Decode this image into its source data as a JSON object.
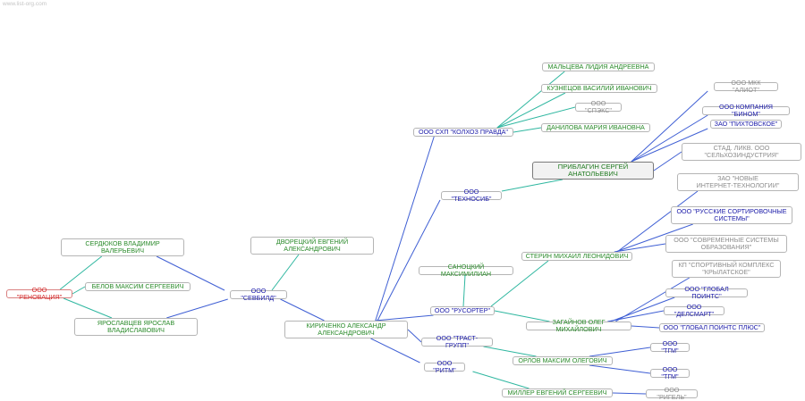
{
  "watermark": "www.list-org.com",
  "colors": {
    "person": "#2a8a2a",
    "company": "#1a1aa8",
    "inactive": "#8c8c8c",
    "highlight": "#d42a2a",
    "edge_company": "#3f5fd4",
    "edge_person": "#2fb7a0"
  },
  "nodes": [
    {
      "id": "renovaciya",
      "label": "ООО \"РЕНОВАЦИЯ\"",
      "kind": "highlight"
    },
    {
      "id": "serdyukov",
      "label": "СЕРДЮКОВ ВЛАДИМИР\nВАЛЕРЬЕВИЧ",
      "kind": "person"
    },
    {
      "id": "belov",
      "label": "БЕЛОВ МАКСИМ СЕРГЕЕВИЧ",
      "kind": "person"
    },
    {
      "id": "yaroslavcev",
      "label": "ЯРОСЛАВЦЕВ ЯРОСЛАВ\nВЛАДИСЛАВОВИЧ",
      "kind": "person"
    },
    {
      "id": "sevbild",
      "label": "ООО \"СЕВБИЛД\"",
      "kind": "company"
    },
    {
      "id": "dvoreckiy",
      "label": "ДВОРЕЦКИЙ ЕВГЕНИЙ\nАЛЕКСАНДРОВИЧ",
      "kind": "person"
    },
    {
      "id": "kirichenko",
      "label": "КИРИЧЕНКО АЛЕКСАНДР\nАЛЕКСАНДРОВИЧ",
      "kind": "person"
    },
    {
      "id": "kolhoz",
      "label": "ООО СХП \"КОЛХОЗ ПРАВДА\"",
      "kind": "company"
    },
    {
      "id": "malceva",
      "label": "МАЛЬЦЕВА ЛИДИЯ АНДРЕЕВНА",
      "kind": "person"
    },
    {
      "id": "kuznecov",
      "label": "КУЗНЕЦОВ ВАСИЛИЙ ИВАНОВИЧ",
      "kind": "person"
    },
    {
      "id": "speks",
      "label": "ООО \"СПЭКС\"",
      "kind": "inactive"
    },
    {
      "id": "danilova",
      "label": "ДАНИЛОВА МАРИЯ ИВАНОВНА",
      "kind": "person"
    },
    {
      "id": "technosib",
      "label": "ООО \"ТЕХНОСИБ\"",
      "kind": "company"
    },
    {
      "id": "priblagin",
      "label": "ПРИБЛАГИН СЕРГЕЙ\nАНАТОЛЬЕВИЧ",
      "kind": "center"
    },
    {
      "id": "aliot",
      "label": "ООО МКК \"АЛИОТ\"",
      "kind": "inactive"
    },
    {
      "id": "binom",
      "label": "ООО КОМПАНИЯ \"БИНОМ\"",
      "kind": "company"
    },
    {
      "id": "pihtovskoe",
      "label": "ЗАО \"ПИХТОВСКОЕ\"",
      "kind": "company"
    },
    {
      "id": "selhoz",
      "label": "СТАД. ЛИКВ. ООО\n\"СЕЛЬХОЗИНДУСТРИЯ\"",
      "kind": "inactive"
    },
    {
      "id": "internet",
      "label": "ЗАО \"НОВЫЕ\nИНТЕРНЕТ-ТЕХНОЛОГИИ\"",
      "kind": "inactive"
    },
    {
      "id": "sortirov",
      "label": "ООО \"РУССКИЕ СОРТИРОВОЧНЫЕ\nСИСТЕМЫ\"",
      "kind": "company"
    },
    {
      "id": "sterin",
      "label": "СТЕРИН МИХАИЛ ЛЕОНИДОВИЧ",
      "kind": "person"
    },
    {
      "id": "sovremennye",
      "label": "ООО \"СОВРЕМЕННЫЕ СИСТЕМЫ\nОБРАЗОВАНИЯ\"",
      "kind": "inactive"
    },
    {
      "id": "sanockiy",
      "label": "САНОЦКИЙ МАКСИМИЛИАН",
      "kind": "person"
    },
    {
      "id": "krylatskoe",
      "label": "КП \"СПОРТИВНЫЙ КОМПЛЕКС\n\"КРЫЛАТСКОЕ\"",
      "kind": "inactive"
    },
    {
      "id": "rusorter",
      "label": "ООО \"РУСОРТЕР\"",
      "kind": "company"
    },
    {
      "id": "globalpoints",
      "label": "ООО \"ГЛОБАЛ ПОИНТС\"",
      "kind": "company"
    },
    {
      "id": "delsmart",
      "label": "ООО \"ДЕЛСМАРТ\"",
      "kind": "company"
    },
    {
      "id": "zagaynov",
      "label": "ЗАГАЙНОВ ОЛЕГ МИХАЙЛОВИЧ",
      "kind": "person"
    },
    {
      "id": "globalplus",
      "label": "ООО \"ГЛОБАЛ ПОИНТС ПЛЮС\"",
      "kind": "company"
    },
    {
      "id": "trast",
      "label": "ООО \"ТРАСТ-ГРУПП\"",
      "kind": "company"
    },
    {
      "id": "tgm1",
      "label": "ООО \"ТГМ\"",
      "kind": "company"
    },
    {
      "id": "orlov",
      "label": "ОРЛОВ МАКСИМ ОЛЕГОВИЧ",
      "kind": "person"
    },
    {
      "id": "ritm",
      "label": "ООО \"РИТМ\"",
      "kind": "company"
    },
    {
      "id": "tgm2",
      "label": "ООО \"ТГМ\"",
      "kind": "company"
    },
    {
      "id": "miller",
      "label": "МИЛЛЕР ЕВГЕНИЙ СЕРГЕЕВИЧ",
      "kind": "person"
    },
    {
      "id": "rigel",
      "label": "ООО \"РИГЕЛЬ\"",
      "kind": "inactive"
    }
  ],
  "edges": [
    {
      "from": "renovaciya",
      "to": "serdyukov",
      "type": "person"
    },
    {
      "from": "renovaciya",
      "to": "belov",
      "type": "person"
    },
    {
      "from": "renovaciya",
      "to": "yaroslavcev",
      "type": "person"
    },
    {
      "from": "serdyukov",
      "to": "sevbild",
      "type": "company"
    },
    {
      "from": "yaroslavcev",
      "to": "sevbild",
      "type": "company"
    },
    {
      "from": "dvoreckiy",
      "to": "sevbild",
      "type": "person"
    },
    {
      "from": "sevbild",
      "to": "kirichenko",
      "type": "company"
    },
    {
      "from": "kirichenko",
      "to": "kolhoz",
      "type": "company"
    },
    {
      "from": "kirichenko",
      "to": "technosib",
      "type": "company"
    },
    {
      "from": "kirichenko",
      "to": "rusorter",
      "type": "company"
    },
    {
      "from": "kirichenko",
      "to": "trast",
      "type": "company"
    },
    {
      "from": "kirichenko",
      "to": "ritm",
      "type": "company"
    },
    {
      "from": "kolhoz",
      "to": "malceva",
      "type": "person"
    },
    {
      "from": "kolhoz",
      "to": "kuznecov",
      "type": "person"
    },
    {
      "from": "kolhoz",
      "to": "speks",
      "type": "person"
    },
    {
      "from": "kolhoz",
      "to": "danilova",
      "type": "person"
    },
    {
      "from": "technosib",
      "to": "priblagin",
      "type": "person"
    },
    {
      "from": "priblagin",
      "to": "binom",
      "type": "company"
    },
    {
      "from": "priblagin",
      "to": "pihtovskoe",
      "type": "company"
    },
    {
      "from": "priblagin",
      "to": "aliot",
      "type": "company"
    },
    {
      "from": "priblagin",
      "to": "selhoz",
      "type": "company"
    },
    {
      "from": "rusorter",
      "to": "sanockiy",
      "type": "person"
    },
    {
      "from": "rusorter",
      "to": "sterin",
      "type": "person"
    },
    {
      "from": "rusorter",
      "to": "zagaynov",
      "type": "person"
    },
    {
      "from": "sterin",
      "to": "internet",
      "type": "company"
    },
    {
      "from": "sterin",
      "to": "sortirov",
      "type": "company"
    },
    {
      "from": "sterin",
      "to": "sovremennye",
      "type": "company"
    },
    {
      "from": "zagaynov",
      "to": "krylatskoe",
      "type": "company"
    },
    {
      "from": "zagaynov",
      "to": "globalpoints",
      "type": "company"
    },
    {
      "from": "zagaynov",
      "to": "delsmart",
      "type": "company"
    },
    {
      "from": "zagaynov",
      "to": "globalplus",
      "type": "company"
    },
    {
      "from": "trast",
      "to": "orlov",
      "type": "person"
    },
    {
      "from": "orlov",
      "to": "tgm1",
      "type": "company"
    },
    {
      "from": "orlov",
      "to": "tgm2",
      "type": "company"
    },
    {
      "from": "ritm",
      "to": "miller",
      "type": "person"
    },
    {
      "from": "miller",
      "to": "rigel",
      "type": "company"
    }
  ]
}
